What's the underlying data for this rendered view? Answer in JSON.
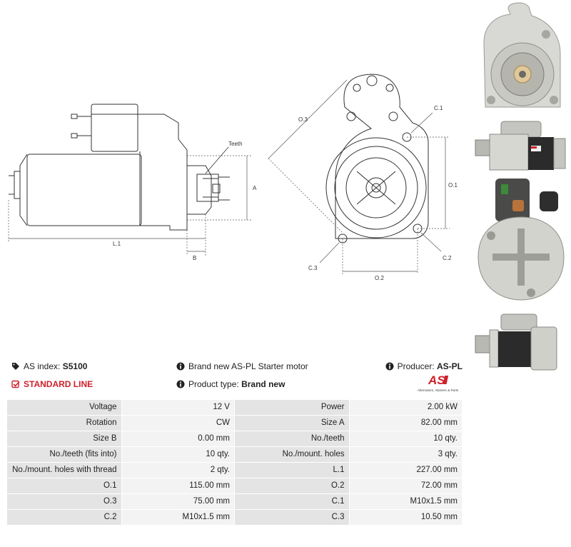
{
  "drawing_labels": {
    "teeth": "Teeth",
    "a": "A",
    "b": "B",
    "l1": "L.1",
    "o3": "O.3",
    "o1": "O.1",
    "o2": "O.2",
    "c1": "C.1",
    "c2": "C.2",
    "c3": "C.3"
  },
  "info": {
    "as_index_label": "AS index:",
    "as_index_value": "S5100",
    "line_label": "STANDARD LINE",
    "description": "Brand new AS-PL Starter motor",
    "product_type_label": "Product type:",
    "product_type_value": "Brand new",
    "producer_label": "Producer:",
    "producer_value": "AS-PL",
    "logo_text": "AS",
    "logo_tagline": "Alternators, Starters & Parts",
    "accent_color": "#d0202a"
  },
  "specs": [
    {
      "l1": "Voltage",
      "v1": "12 V",
      "l2": "Power",
      "v2": "2.00 kW"
    },
    {
      "l1": "Rotation",
      "v1": "CW",
      "l2": "Size A",
      "v2": "82.00 mm"
    },
    {
      "l1": "Size B",
      "v1": "0.00 mm",
      "l2": "No./teeth",
      "v2": "10 qty."
    },
    {
      "l1": "No./teeth (fits into)",
      "v1": "10 qty.",
      "l2": "No./mount. holes",
      "v2": "3 qty."
    },
    {
      "l1": "No./mount. holes with thread",
      "v1": "2 qty.",
      "l2": "L.1",
      "v2": "227.00 mm"
    },
    {
      "l1": "O.1",
      "v1": "115.00 mm",
      "l2": "O.2",
      "v2": "72.00 mm"
    },
    {
      "l1": "O.3",
      "v1": "75.00 mm",
      "l2": "C.1",
      "v2": "M10x1.5 mm"
    },
    {
      "l1": "C.2",
      "v1": "M10x1.5 mm",
      "l2": "C.3",
      "v2": "10.50 mm"
    }
  ]
}
